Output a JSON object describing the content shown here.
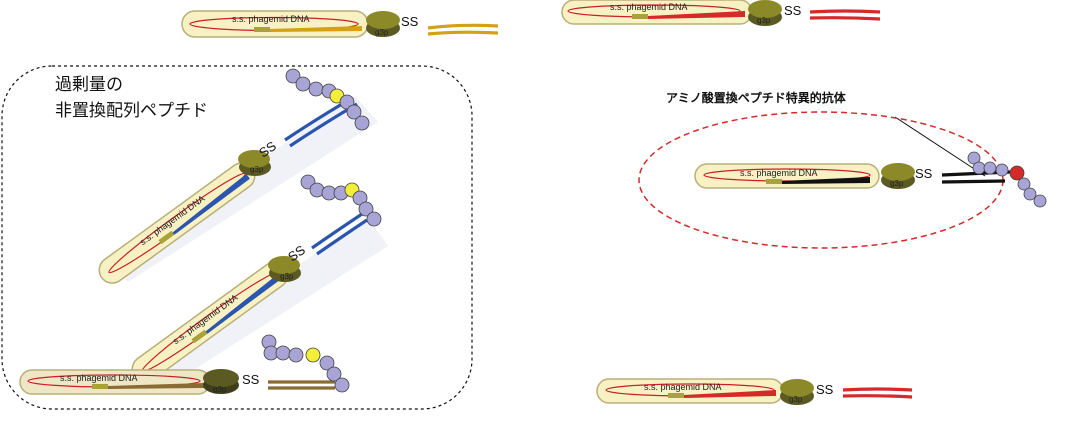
{
  "labels": {
    "phagemid": "s.s. phagemid DNA",
    "coat": "g3p",
    "disulfide": "SS",
    "excess_line1": "過剰量の",
    "excess_line2": "非置換配列ペプチド",
    "antibody": "アミノ酸置換ペプチド特異的抗体"
  },
  "colors": {
    "capsule_fill": "#f7f1c4",
    "capsule_stroke": "#b8b078",
    "dna_loop": "#c8202a",
    "insert_gold": "#d4a017",
    "insert_red": "#d42a2a",
    "insert_blue": "#2c55b0",
    "insert_black": "#111111",
    "insert_brown": "#8c6b33",
    "g3p_olive": "#8c8a28",
    "g3p_dark": "#5b5a22",
    "bead": "#a8a4d6",
    "bead_yellow": "#f2ee3a",
    "bead_red": "#d42a2a",
    "dashed_red": "#d42a2a"
  }
}
